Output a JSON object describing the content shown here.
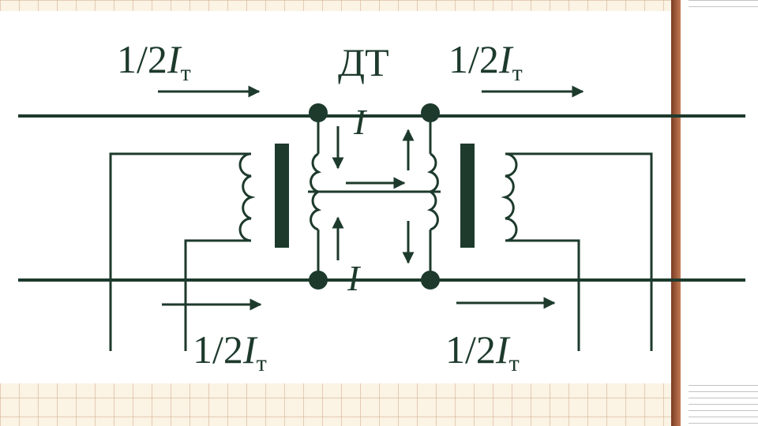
{
  "diagram": {
    "device_label": "ДТ",
    "current_I": "I",
    "half_current_prefix": "1/2",
    "half_current_symbol": "I",
    "half_current_subscript": "т"
  },
  "colors": {
    "ink": "#1d3a2c",
    "background": "#ffffff",
    "grid_paper": "#fbf3e4"
  }
}
